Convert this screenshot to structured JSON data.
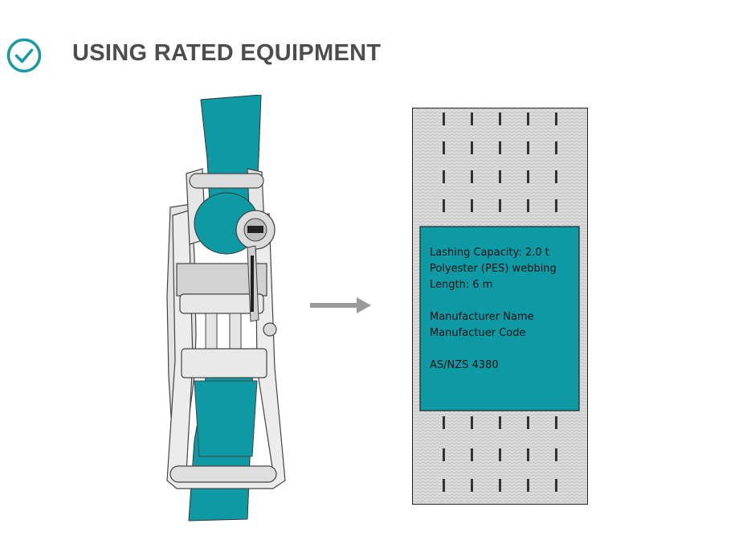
{
  "title": "USING RATED EQUIPMENT",
  "colors": {
    "accent": "#1a9aa4",
    "label_fill": "#0e9aa5",
    "title_text": "#4d4d4d",
    "arrow": "#9a9a9a",
    "webbing_fill": "#d9d9d9"
  },
  "icons": {
    "status": "check-circle-icon",
    "arrow": "arrow-right-icon"
  },
  "label": {
    "capacity": "Lashing Capacity: 2.0 t",
    "material": "Polyester (PES) webbing",
    "length": "Length: 6 m",
    "manufacturer_name": "Manufacturer Name",
    "manufacturer_code": "Manufactuer Code",
    "standard": "AS/NZS 4380"
  }
}
